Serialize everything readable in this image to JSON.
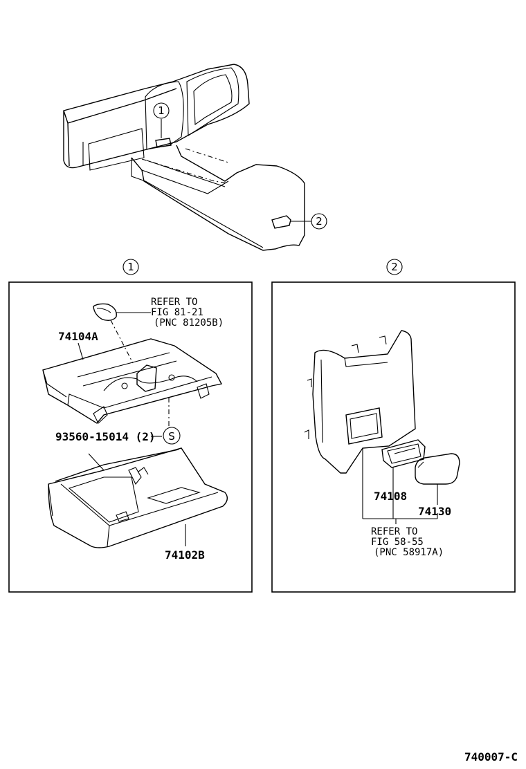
{
  "callouts": {
    "ref_1": "1",
    "ref_2": "2"
  },
  "panel_1": {
    "header": "1",
    "refer_note": [
      "REFER TO",
      "FIG 81-21",
      "(PNC 81205B)"
    ],
    "parts": {
      "lamp_bracket": "74104A",
      "screw": "93560-15014 (2)",
      "screw_symbol": "S",
      "glove_box": "74102B"
    }
  },
  "panel_2": {
    "header": "2",
    "parts": {
      "ash_receptacle_housing": "74108",
      "ash_receptacle_lid": "74130"
    },
    "refer_note": [
      "REFER TO",
      "FIG 58-55",
      "(PNC 58917A)"
    ]
  },
  "footer": {
    "figure_code": "740007-C"
  }
}
